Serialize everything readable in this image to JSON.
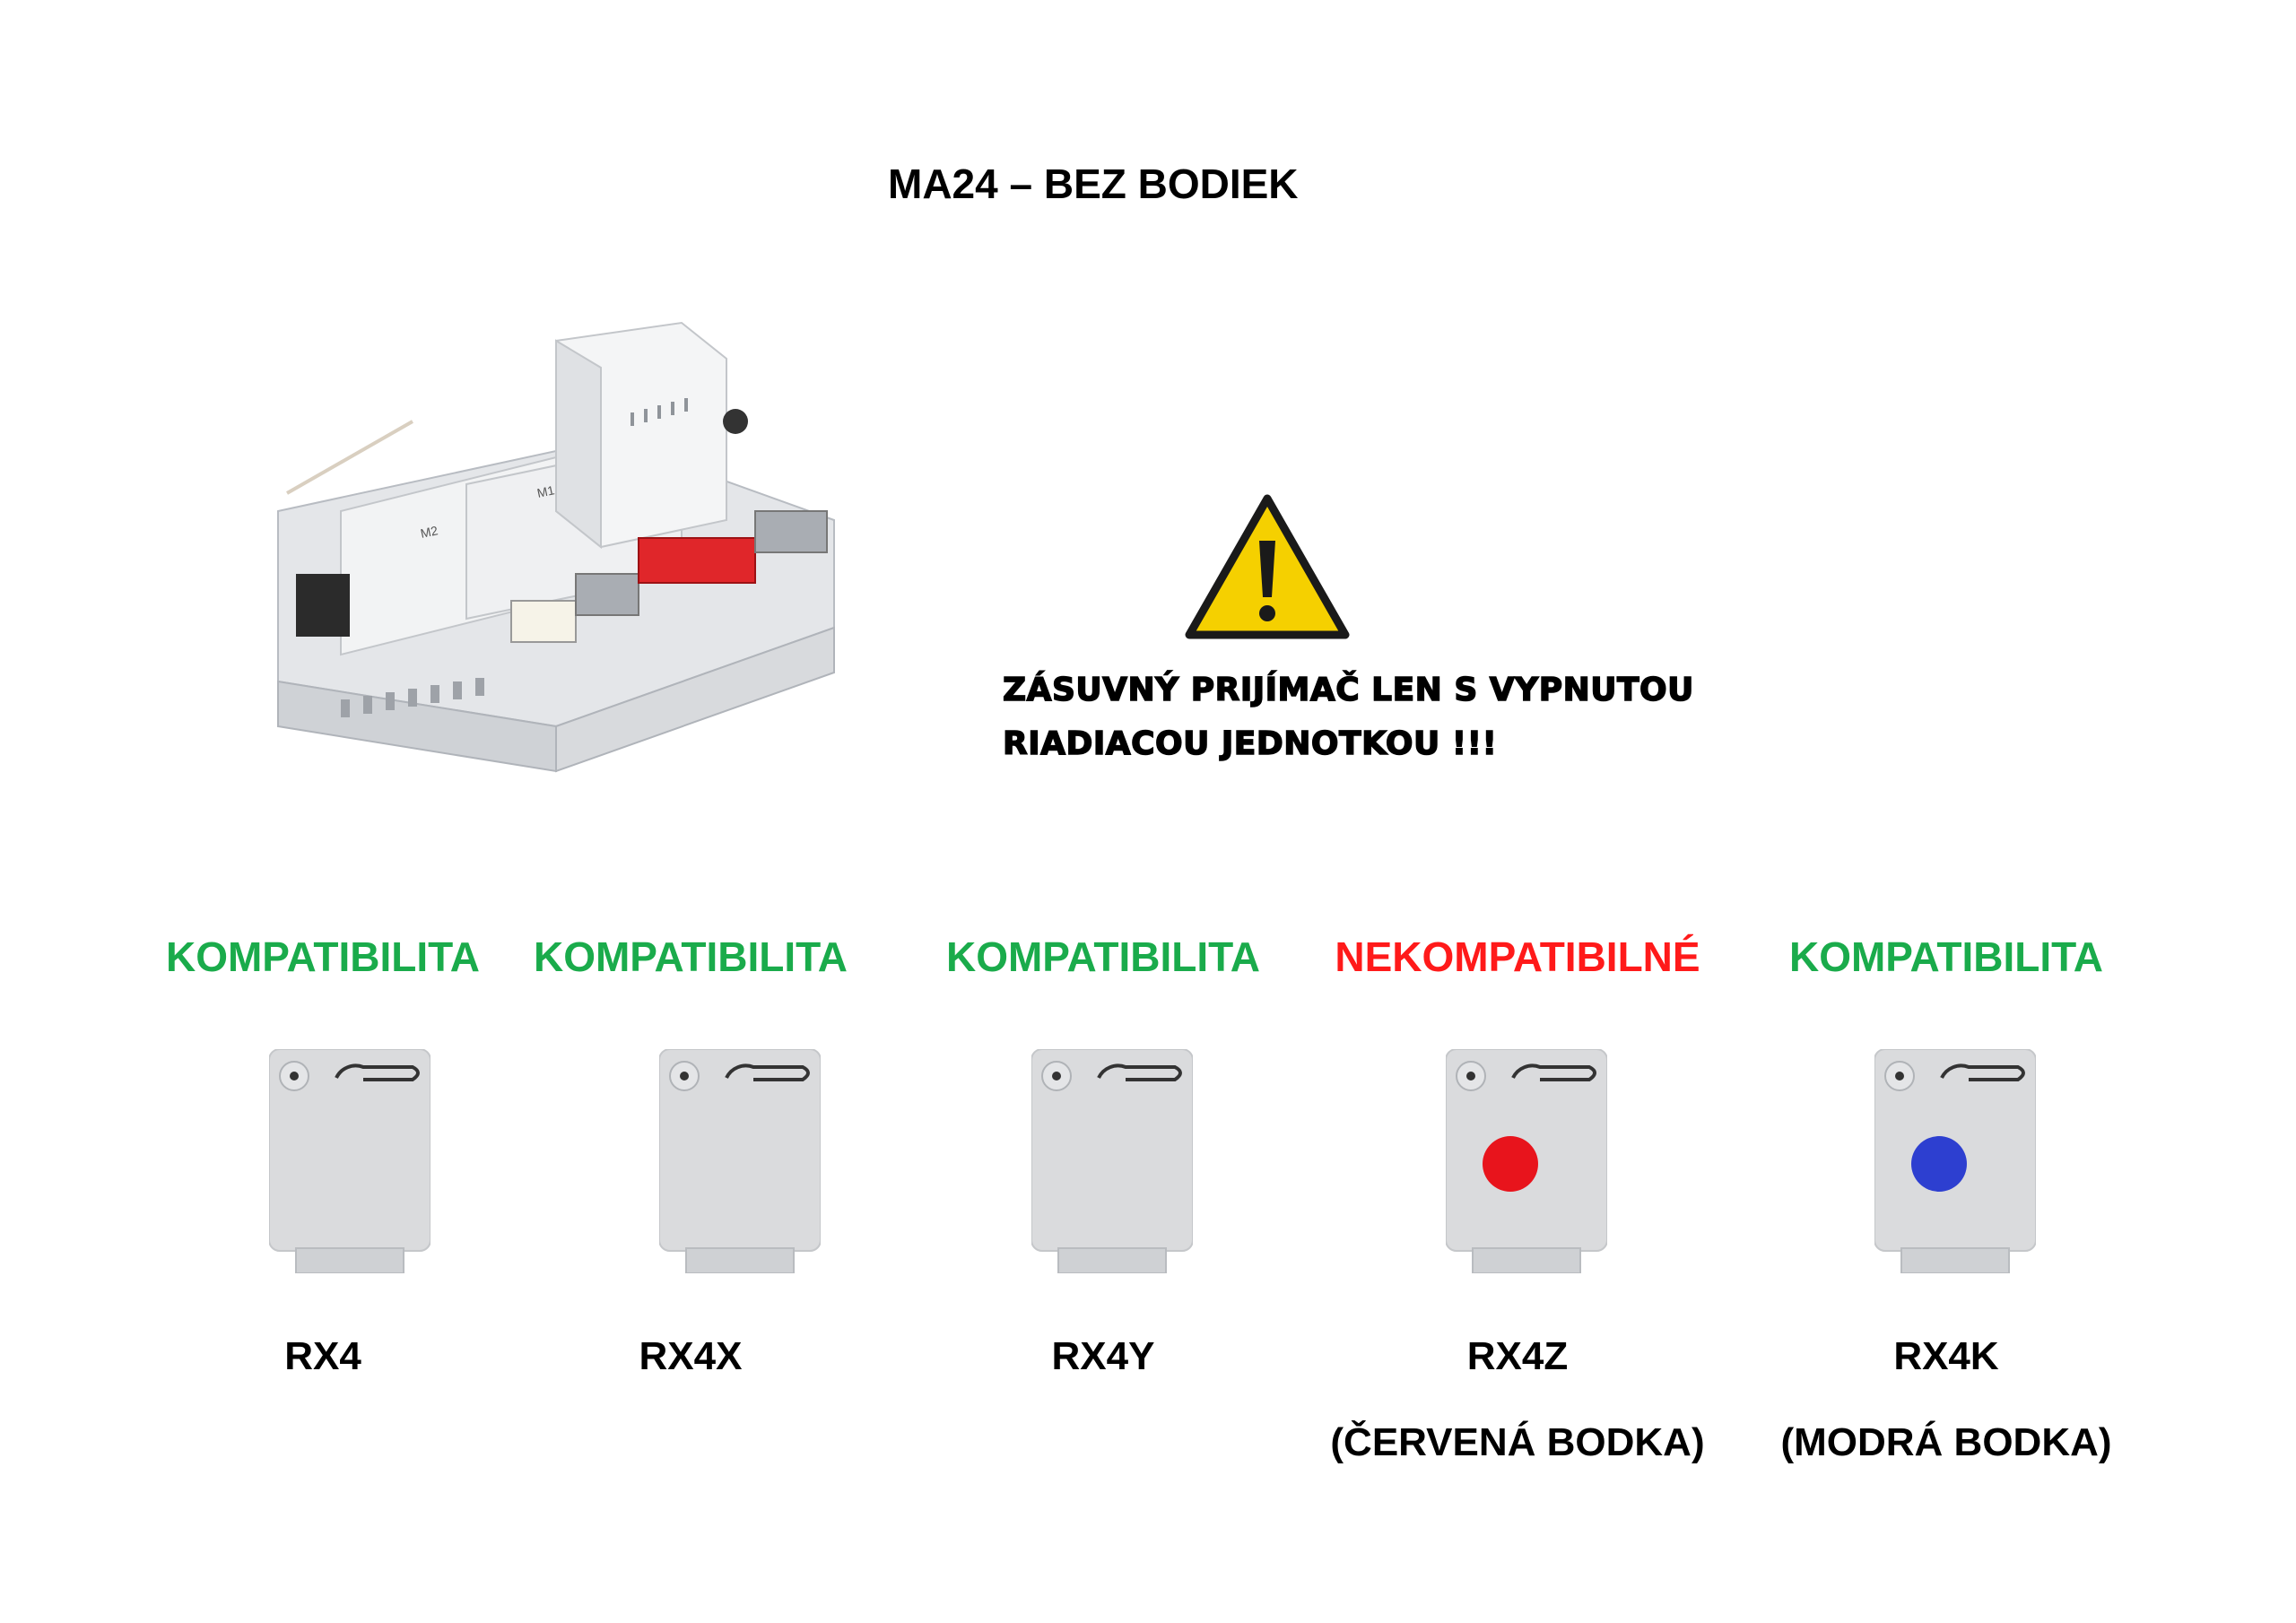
{
  "title": "MA24 – BEZ BODIEK",
  "warning": {
    "line1": "ZÁSUVNÝ PRIJÍMAČ LEN S VYPNUTOU",
    "line2": "RIADIACOU JEDNOTKOU !!!",
    "icon": "warning-triangle-icon",
    "icon_color": "#f5d000"
  },
  "controller": {
    "icon": "control-unit-image",
    "labels": [
      "M2",
      "M1"
    ]
  },
  "colors": {
    "compatible": "#1aab4b",
    "incompatible": "#ff1a1a",
    "red_dot": "#e8141c",
    "blue_dot": "#2d3fd0"
  },
  "receivers": [
    {
      "status": "KOMPATIBILITA",
      "compatible": true,
      "model": "RX4",
      "note": "",
      "dot": ""
    },
    {
      "status": "KOMPATIBILITA",
      "compatible": true,
      "model": "RX4X",
      "note": "",
      "dot": ""
    },
    {
      "status": "KOMPATIBILITA",
      "compatible": true,
      "model": "RX4Y",
      "note": "",
      "dot": ""
    },
    {
      "status": "NEKOMPATIBILNÉ",
      "compatible": false,
      "model": "RX4Z",
      "note": "(ČERVENÁ BODKA)",
      "dot": "red"
    },
    {
      "status": "KOMPATIBILITA",
      "compatible": true,
      "model": "RX4K",
      "note": "(MODRÁ BODKA)",
      "dot": "blue"
    }
  ]
}
